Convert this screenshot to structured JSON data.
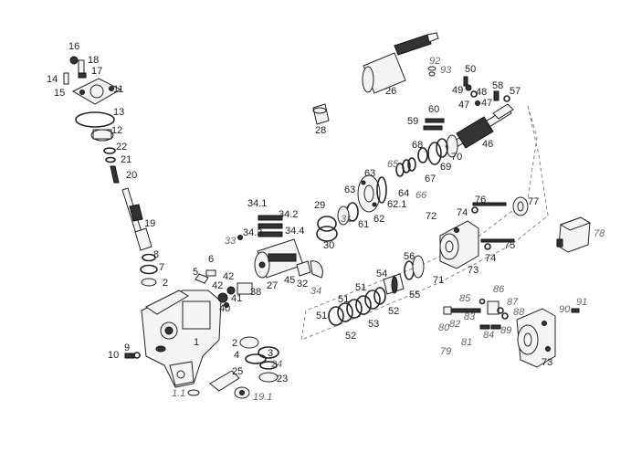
{
  "diagram": {
    "callouts": [
      {
        "id": "c16",
        "text": "16",
        "style": "normal"
      },
      {
        "id": "c18",
        "text": "18",
        "style": "normal"
      },
      {
        "id": "c17",
        "text": "17",
        "style": "normal"
      },
      {
        "id": "c14",
        "text": "14",
        "style": "normal"
      },
      {
        "id": "c15",
        "text": "15",
        "style": "normal"
      },
      {
        "id": "c11",
        "text": "11",
        "style": "normal"
      },
      {
        "id": "c13",
        "text": "13",
        "style": "normal"
      },
      {
        "id": "c12",
        "text": "12",
        "style": "normal"
      },
      {
        "id": "c22",
        "text": "22",
        "style": "normal"
      },
      {
        "id": "c21",
        "text": "21",
        "style": "normal"
      },
      {
        "id": "c20",
        "text": "20",
        "style": "normal"
      },
      {
        "id": "c19",
        "text": "19",
        "style": "normal"
      },
      {
        "id": "c8",
        "text": "8",
        "style": "normal"
      },
      {
        "id": "c7",
        "text": "7",
        "style": "normal"
      },
      {
        "id": "c2a",
        "text": "2",
        "style": "normal"
      },
      {
        "id": "c92",
        "text": "92",
        "style": "italic"
      },
      {
        "id": "c93",
        "text": "93",
        "style": "italic"
      },
      {
        "id": "c26",
        "text": "26",
        "style": "normal"
      },
      {
        "id": "c28",
        "text": "28",
        "style": "normal"
      },
      {
        "id": "c50",
        "text": "50",
        "style": "normal"
      },
      {
        "id": "c49",
        "text": "49",
        "style": "normal"
      },
      {
        "id": "c48",
        "text": "48",
        "style": "normal"
      },
      {
        "id": "c58",
        "text": "58",
        "style": "normal"
      },
      {
        "id": "c57",
        "text": "57",
        "style": "normal"
      },
      {
        "id": "c47a",
        "text": "47",
        "style": "normal"
      },
      {
        "id": "c47b",
        "text": "47",
        "style": "normal"
      },
      {
        "id": "c60",
        "text": "60",
        "style": "normal"
      },
      {
        "id": "c59",
        "text": "59",
        "style": "normal"
      },
      {
        "id": "c46",
        "text": "46",
        "style": "normal"
      },
      {
        "id": "c68",
        "text": "68",
        "style": "normal"
      },
      {
        "id": "c70",
        "text": "70",
        "style": "normal"
      },
      {
        "id": "c69",
        "text": "69",
        "style": "normal"
      },
      {
        "id": "c65",
        "text": "65",
        "style": "italic"
      },
      {
        "id": "c63a",
        "text": "63",
        "style": "normal"
      },
      {
        "id": "c67",
        "text": "67",
        "style": "normal"
      },
      {
        "id": "c64",
        "text": "64",
        "style": "normal"
      },
      {
        "id": "c66",
        "text": "66",
        "style": "italic"
      },
      {
        "id": "c63b",
        "text": "63",
        "style": "normal"
      },
      {
        "id": "c62_1",
        "text": "62.1",
        "style": "normal"
      },
      {
        "id": "c29",
        "text": "29",
        "style": "normal"
      },
      {
        "id": "c31",
        "text": "31",
        "style": "italic"
      },
      {
        "id": "c61",
        "text": "61",
        "style": "normal"
      },
      {
        "id": "c62",
        "text": "62",
        "style": "normal"
      },
      {
        "id": "c30",
        "text": "30",
        "style": "normal"
      },
      {
        "id": "c34_1",
        "text": "34.1",
        "style": "normal"
      },
      {
        "id": "c34_2",
        "text": "34.2",
        "style": "normal"
      },
      {
        "id": "c34_3",
        "text": "34.3",
        "style": "normal"
      },
      {
        "id": "c34_4",
        "text": "34.4",
        "style": "normal"
      },
      {
        "id": "c33",
        "text": "33",
        "style": "italic"
      },
      {
        "id": "c76",
        "text": "76",
        "style": "normal"
      },
      {
        "id": "c77",
        "text": "77",
        "style": "normal"
      },
      {
        "id": "c74a",
        "text": "74",
        "style": "normal"
      },
      {
        "id": "c72",
        "text": "72",
        "style": "normal"
      },
      {
        "id": "c75",
        "text": "75",
        "style": "normal"
      },
      {
        "id": "c74b",
        "text": "74",
        "style": "normal"
      },
      {
        "id": "c78",
        "text": "78",
        "style": "italic"
      },
      {
        "id": "c73a",
        "text": "73",
        "style": "normal"
      },
      {
        "id": "c56",
        "text": "56",
        "style": "normal"
      },
      {
        "id": "c71",
        "text": "71",
        "style": "normal"
      },
      {
        "id": "c54",
        "text": "54",
        "style": "normal"
      },
      {
        "id": "c55",
        "text": "55",
        "style": "normal"
      },
      {
        "id": "c51a",
        "text": "51",
        "style": "normal"
      },
      {
        "id": "c51b",
        "text": "51",
        "style": "normal"
      },
      {
        "id": "c51c",
        "text": "51",
        "style": "normal"
      },
      {
        "id": "c52a",
        "text": "52",
        "style": "normal"
      },
      {
        "id": "c53",
        "text": "53",
        "style": "normal"
      },
      {
        "id": "c52b",
        "text": "52",
        "style": "normal"
      },
      {
        "id": "c6",
        "text": "6",
        "style": "normal"
      },
      {
        "id": "c5",
        "text": "5",
        "style": "normal"
      },
      {
        "id": "c27",
        "text": "27",
        "style": "normal"
      },
      {
        "id": "c45",
        "text": "45",
        "style": "normal"
      },
      {
        "id": "c32",
        "text": "32",
        "style": "normal"
      },
      {
        "id": "c34",
        "text": "34",
        "style": "italic"
      },
      {
        "id": "c42a",
        "text": "42",
        "style": "normal"
      },
      {
        "id": "c42b",
        "text": "42",
        "style": "normal"
      },
      {
        "id": "c41",
        "text": "41",
        "style": "normal"
      },
      {
        "id": "c38",
        "text": "38",
        "style": "normal"
      },
      {
        "id": "c40",
        "text": "40",
        "style": "normal"
      },
      {
        "id": "c1",
        "text": "1",
        "style": "normal"
      },
      {
        "id": "c2b",
        "text": "2",
        "style": "normal"
      },
      {
        "id": "c4",
        "text": "4",
        "style": "normal"
      },
      {
        "id": "c3",
        "text": "3",
        "style": "normal"
      },
      {
        "id": "c24",
        "text": "24",
        "style": "italic"
      },
      {
        "id": "c25",
        "text": "25",
        "style": "normal"
      },
      {
        "id": "c23",
        "text": "23",
        "style": "normal"
      },
      {
        "id": "c10",
        "text": "10",
        "style": "normal"
      },
      {
        "id": "c9",
        "text": "9",
        "style": "normal"
      },
      {
        "id": "c1_1",
        "text": "1.1",
        "style": "italic"
      },
      {
        "id": "c19_1",
        "text": "19.1",
        "style": "italic"
      },
      {
        "id": "c85",
        "text": "85",
        "style": "italic"
      },
      {
        "id": "c86",
        "text": "86",
        "style": "italic"
      },
      {
        "id": "c87",
        "text": "87",
        "style": "italic"
      },
      {
        "id": "c82",
        "text": "82",
        "style": "italic"
      },
      {
        "id": "c83",
        "text": "83",
        "style": "italic"
      },
      {
        "id": "c88",
        "text": "88",
        "style": "italic"
      },
      {
        "id": "c80",
        "text": "80",
        "style": "italic"
      },
      {
        "id": "c84",
        "text": "84",
        "style": "italic"
      },
      {
        "id": "c89",
        "text": "89",
        "style": "italic"
      },
      {
        "id": "c81",
        "text": "81",
        "style": "italic"
      },
      {
        "id": "c79",
        "text": "79",
        "style": "italic"
      },
      {
        "id": "c90",
        "text": "90",
        "style": "italic"
      },
      {
        "id": "c91",
        "text": "91",
        "style": "italic"
      },
      {
        "id": "c73b",
        "text": "73",
        "style": "normal"
      }
    ]
  }
}
